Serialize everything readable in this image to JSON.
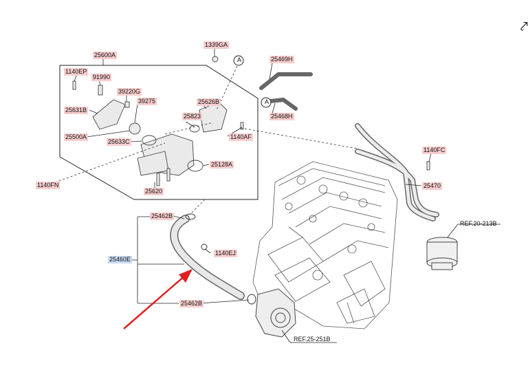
{
  "parts": {
    "p25600A": "25600A",
    "p1140EP": "1140EP",
    "p91990": "91990",
    "p39220G": "39220G",
    "p39275": "39275",
    "p25631B": "25631B",
    "p25500A": "25500A",
    "p25633C": "25633C",
    "p1140FN": "1140FN",
    "p25620": "25620",
    "p25128A": "25128A",
    "p25823": "25823",
    "p25626B": "25626B",
    "p1339GA": "1339GA",
    "p1140AF": "1140AF",
    "p25469H": "25469H",
    "p25468H": "25468H",
    "p1140FC": "1140FC",
    "p25470": "25470",
    "p25462B_top": "25462B",
    "p25460E": "25460E",
    "p1140EJ": "1140EJ",
    "p25462B_bottom": "25462B"
  },
  "refs": {
    "ref_20_213B": "REF.20-213B",
    "ref_25_251B": "REF.25-251B",
    "callout_a1": "A",
    "callout_a2": "A"
  },
  "colors": {
    "part_label_bg": "#f6cdcd",
    "highlight_label_bg": "#c9d9f2",
    "arrow": "#e02020",
    "line": "#222222"
  },
  "icons": {
    "corner": "arrow-icon"
  }
}
